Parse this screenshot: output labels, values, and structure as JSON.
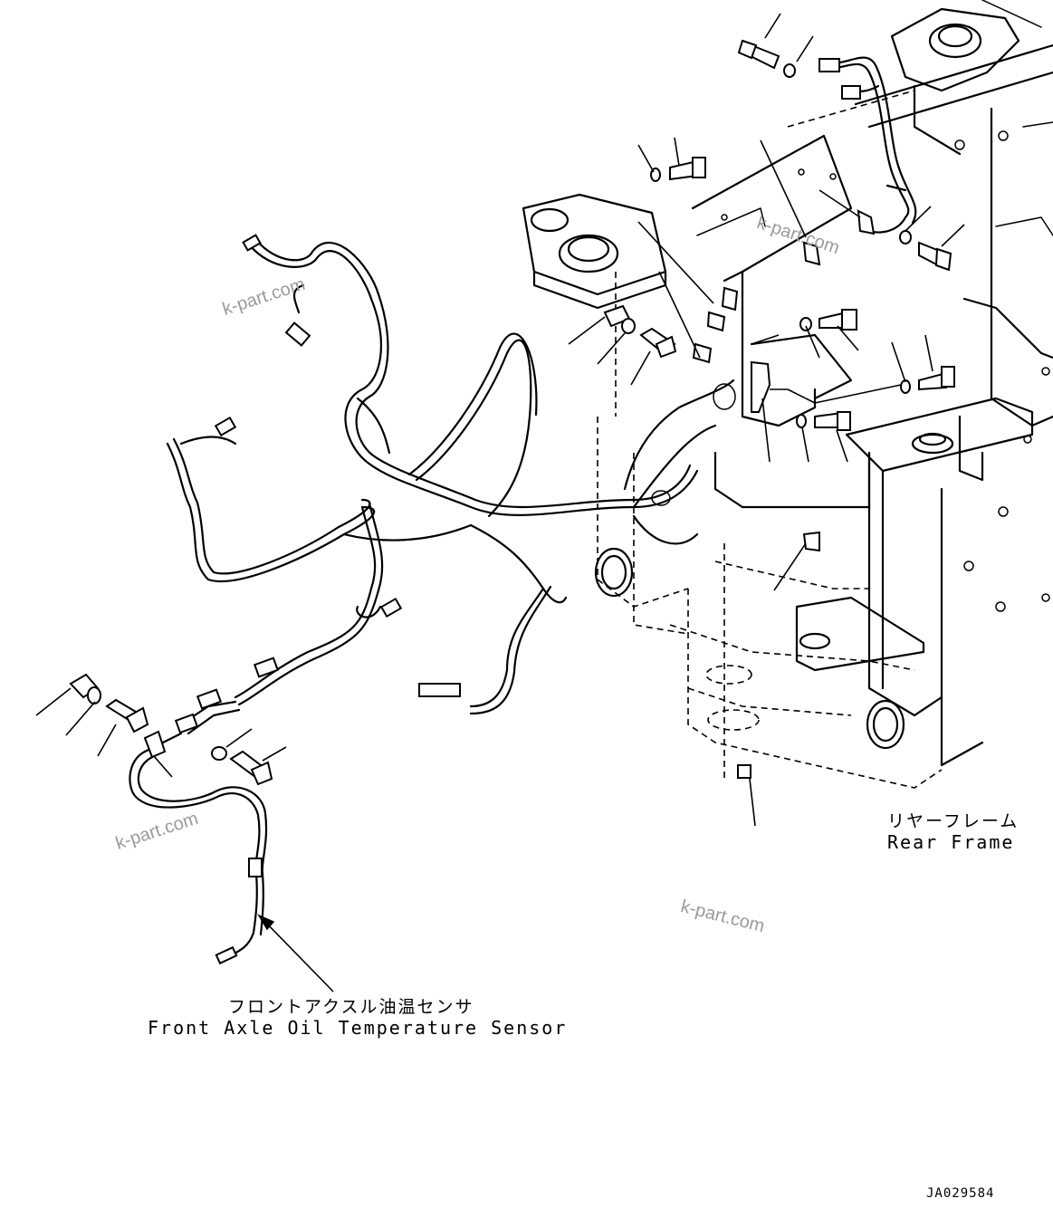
{
  "labels": {
    "rear_frame_jp": "リヤーフレーム",
    "rear_frame_en": "Rear Frame",
    "sensor_jp": "フロントアクスル油温センサ",
    "sensor_en": "Front Axle Oil Temperature Sensor",
    "drawing_id": "JA029584"
  },
  "watermarks": [
    "k-part.com",
    "k-part.com",
    "k-part.com",
    "k-part.com"
  ],
  "colors": {
    "line": "#000000",
    "background": "#ffffff",
    "watermark": "#9a9a9a"
  }
}
